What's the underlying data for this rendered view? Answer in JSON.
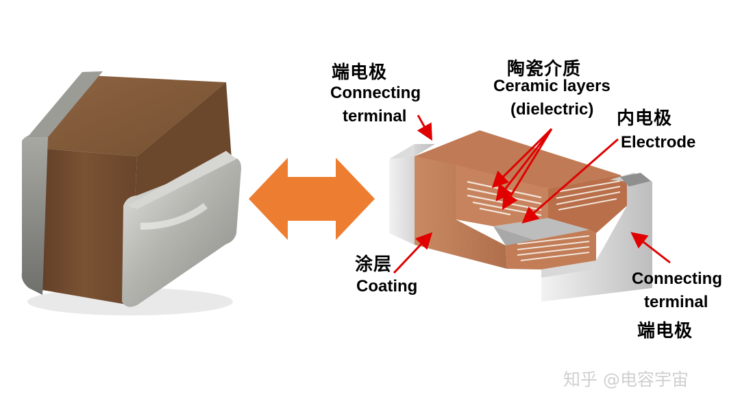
{
  "labels": {
    "top_left_terminal_zh": "端电极",
    "top_left_terminal_en_line1": "Connecting",
    "top_left_terminal_en_line2": "terminal",
    "ceramic_zh": "陶瓷介质",
    "ceramic_en_line1": "Ceramic layers",
    "ceramic_en_line2": "(dielectric)",
    "electrode_zh": "内电极",
    "electrode_en": "Electrode",
    "coating_zh": "涂层",
    "coating_en": "Coating",
    "right_terminal_en_line1": "Connecting",
    "right_terminal_en_line2": "terminal",
    "right_terminal_zh": "端电极"
  },
  "watermark": "知乎 @电容宇宙",
  "colors": {
    "arrow": "#ed7d31",
    "pointer": "#e00000",
    "ceramic_body": "#b5734f",
    "chip_body": "#7a5234",
    "terminal_metal": "#b8b8b8"
  }
}
